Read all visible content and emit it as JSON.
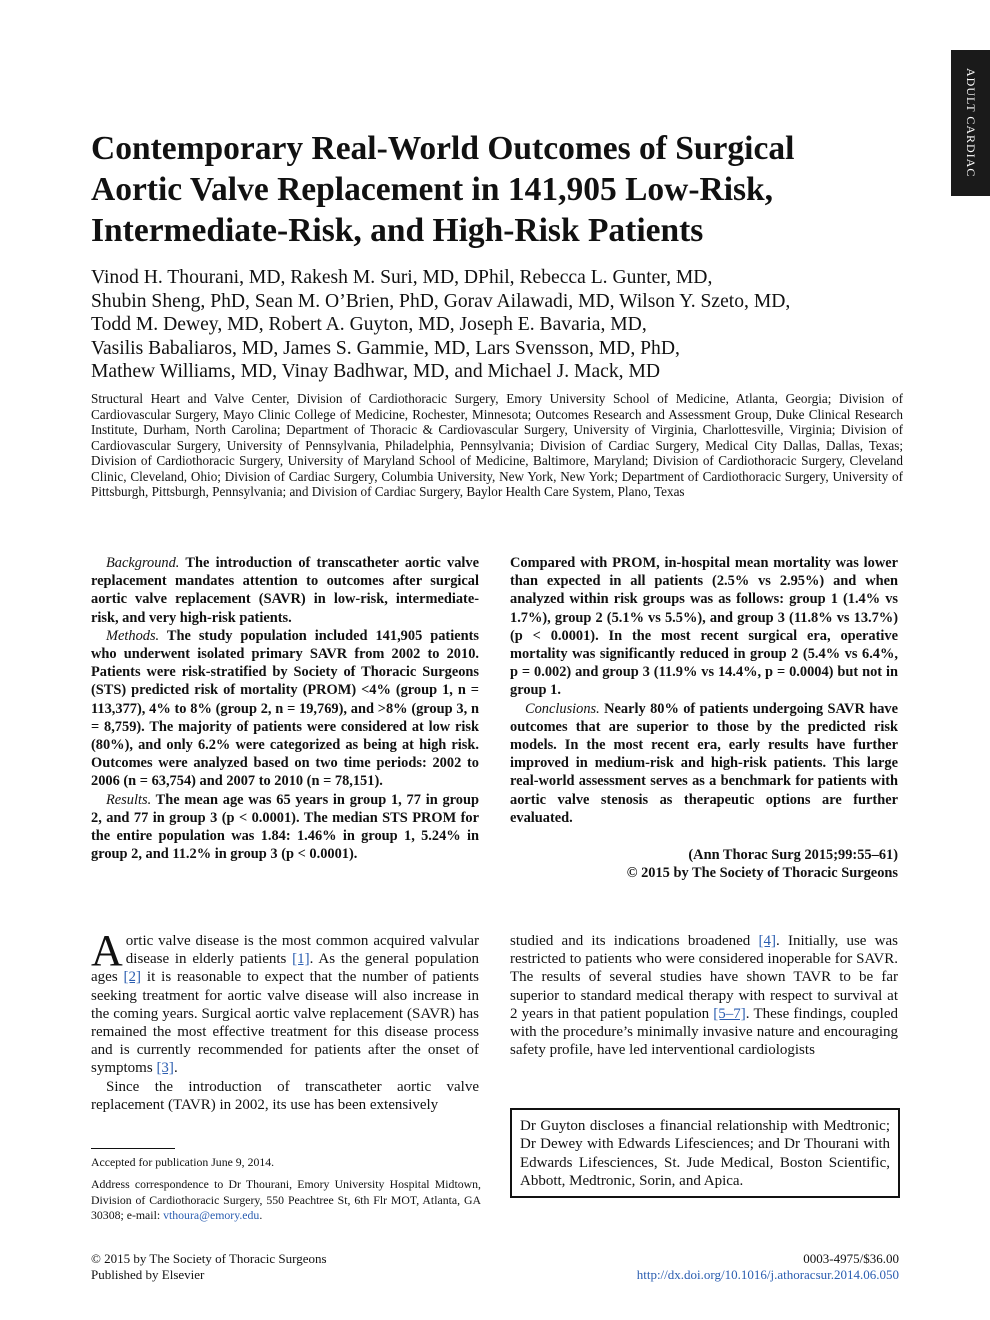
{
  "section_tab": "ADULT CARDIAC",
  "title": "Contemporary Real-World Outcomes of Surgical Aortic Valve Replacement in 141,905 Low-Risk, Intermediate-Risk, and High-Risk Patients",
  "authors": [
    "Vinod H. Thourani, MD, Rakesh M. Suri, MD, DPhil, Rebecca L. Gunter, MD,",
    "Shubin Sheng, PhD, Sean M. O’Brien, PhD, Gorav Ailawadi, MD, Wilson Y. Szeto, MD,",
    "Todd M. Dewey, MD, Robert A. Guyton, MD, Joseph E. Bavaria, MD,",
    "Vasilis Babaliaros, MD, James S. Gammie, MD, Lars Svensson, MD, PhD,",
    "Mathew Williams, MD, Vinay Badhwar, MD, and Michael J. Mack, MD"
  ],
  "affiliations": "Structural Heart and Valve Center, Division of Cardiothoracic Surgery, Emory University School of Medicine, Atlanta, Georgia; Division of Cardiovascular Surgery, Mayo Clinic College of Medicine, Rochester, Minnesota; Outcomes Research and Assessment Group, Duke Clinical Research Institute, Durham, North Carolina; Department of Thoracic & Cardiovascular Surgery, University of Virginia, Charlottesville, Virginia; Division of Cardiovascular Surgery, University of Pennsylvania, Philadelphia, Pennsylvania; Division of Cardiac Surgery, Medical City Dallas, Dallas, Texas; Division of Cardiothoracic Surgery, University of Maryland School of Medicine, Baltimore, Maryland; Division of Cardiothoracic Surgery, Cleveland Clinic, Cleveland, Ohio; Division of Cardiac Surgery, Columbia University, New York, New York; Department of Cardiothoracic Surgery, University of Pittsburgh, Pittsburgh, Pennsylvania; and Division of Cardiac Surgery, Baylor Health Care System, Plano, Texas",
  "abstract": {
    "background_label": "Background.",
    "background": " The introduction of transcatheter aortic valve replacement mandates attention to outcomes after surgical aortic valve replacement (SAVR) in low-risk, intermediate-risk, and very high-risk patients.",
    "methods_label": "Methods.",
    "methods": " The study population included 141,905 patients who underwent isolated primary SAVR from 2002 to 2010. Patients were risk-stratified by Society of Thoracic Surgeons (STS) predicted risk of mortality (PROM) <4% (group 1, n = 113,377), 4% to 8% (group 2, n = 19,769), and >8% (group 3, n = 8,759). The majority of patients were considered at low risk (80%), and only 6.2% were categorized as being at high risk. Outcomes were analyzed based on two time periods: 2002 to 2006 (n = 63,754) and 2007 to 2010 (n = 78,151).",
    "results_label": "Results.",
    "results_left": " The mean age was 65 years in group 1, 77 in group 2, and 77 in group 3 (p < 0.0001). The median STS PROM for the entire population was 1.84: 1.46% in group 1, 5.24% in group 2, and 11.2% in group 3 (p < 0.0001).",
    "results_right": "Compared with PROM, in-hospital mean mortality was lower than expected in all patients (2.5% vs 2.95%) and when analyzed within risk groups was as follows: group 1 (1.4% vs 1.7%), group 2 (5.1% vs 5.5%), and group 3 (11.8% vs 13.7%) (p < 0.0001). In the most recent surgical era, operative mortality was significantly reduced in group 2 (5.4% vs 6.4%, p = 0.002) and group 3 (11.9% vs 14.4%, p = 0.0004) but not in group 1.",
    "conclusions_label": "Conclusions.",
    "conclusions": " Nearly 80% of patients undergoing SAVR have outcomes that are superior to those by the predicted risk models. In the most recent era, early results have further improved in medium-risk and high-risk patients. This large real-world assessment serves as a benchmark for patients with aortic valve stenosis as therapeutic options are further evaluated."
  },
  "citation": {
    "journal": "(Ann Thorac Surg 2015;99:55–61)",
    "copyright": "© 2015 by The Society of Thoracic Surgeons"
  },
  "body": {
    "dropcap": "A",
    "p1_a": "ortic valve disease is the most common acquired valvular disease in elderly patients ",
    "ref1": "[1]",
    "p1_b": ". As the general population ages ",
    "ref2": "[2]",
    "p1_c": " it is reasonable to expect that the number of patients seeking treatment for aortic valve disease will also increase in the coming years. Surgical aortic valve replacement (SAVR) has remained the most effective treatment for this disease process and is currently recommended for patients after the onset of symptoms ",
    "ref3": "[3]",
    "p1_d": ".",
    "p2": "Since the introduction of transcatheter aortic valve replacement (TAVR) in 2002, its use has been extensively",
    "r_a": "studied and its indications broadened ",
    "ref4": "[4]",
    "r_b": ". Initially, use was restricted to patients who were considered inoperable for SAVR. The results of several studies have shown TAVR to be far superior to standard medical therapy with respect to survival at 2 years in that patient population ",
    "ref5": "[5–7]",
    "r_c": ". These findings, coupled with the procedure’s minimally invasive nature and encouraging safety profile, have led interventional cardiologists"
  },
  "footnotes": {
    "accepted": "Accepted for publication June 9, 2014.",
    "address": "Address correspondence to Dr Thourani, Emory University Hospital Midtown, Division of Cardiothoracic Surgery, 550 Peachtree St, 6th Flr MOT, Atlanta, GA 30308; e-mail: ",
    "email": "vthoura@emory.edu",
    "address_end": "."
  },
  "disclosure": "Dr Guyton discloses a financial relationship with Medtronic; Dr Dewey with Edwards Lifesciences; and Dr Thourani with Edwards Lifesciences, St. Jude Medical, Boston Scientific, Abbott, Medtronic, Sorin, and Apica.",
  "footer": {
    "copyright": "© 2015 by The Society of Thoracic Surgeons",
    "publisher": "Published by Elsevier",
    "issn": "0003-4975/$36.00",
    "doi": "http://dx.doi.org/10.1016/j.athoracsur.2014.06.050"
  }
}
